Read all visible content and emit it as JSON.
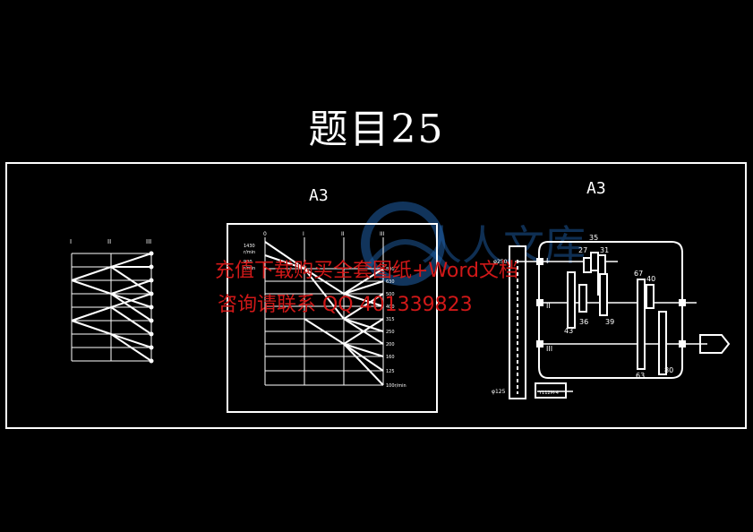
{
  "title": "题目25",
  "paper_sizes": {
    "left": "A3",
    "right": "A3"
  },
  "watermark": {
    "logo_text": "人人文库",
    "line1": "充值下载购买全套图纸+Word文档",
    "line2": "咨询请联系 QQ 401339823"
  },
  "speed_chart": {
    "axis_labels": [
      "0",
      "I",
      "II",
      "III"
    ],
    "left_labels": [
      "1430",
      "r/min",
      "900",
      "r/min"
    ],
    "speed_labels": [
      "800",
      "630",
      "500",
      "400",
      "315",
      "250",
      "200",
      "160",
      "125",
      "100r/min"
    ]
  },
  "structure_labels": {
    "shafts": [
      "I",
      "II",
      "III"
    ],
    "gears": [
      "35",
      "27",
      "31",
      "67",
      "40",
      "43",
      "36",
      "39",
      "63",
      "80"
    ],
    "pulleys": [
      "φ250",
      "φ125"
    ],
    "motor": "Y112M-4"
  },
  "colors": {
    "line": "#ffffff",
    "watermark": "#d01818",
    "logo": "#1f5fa6"
  }
}
